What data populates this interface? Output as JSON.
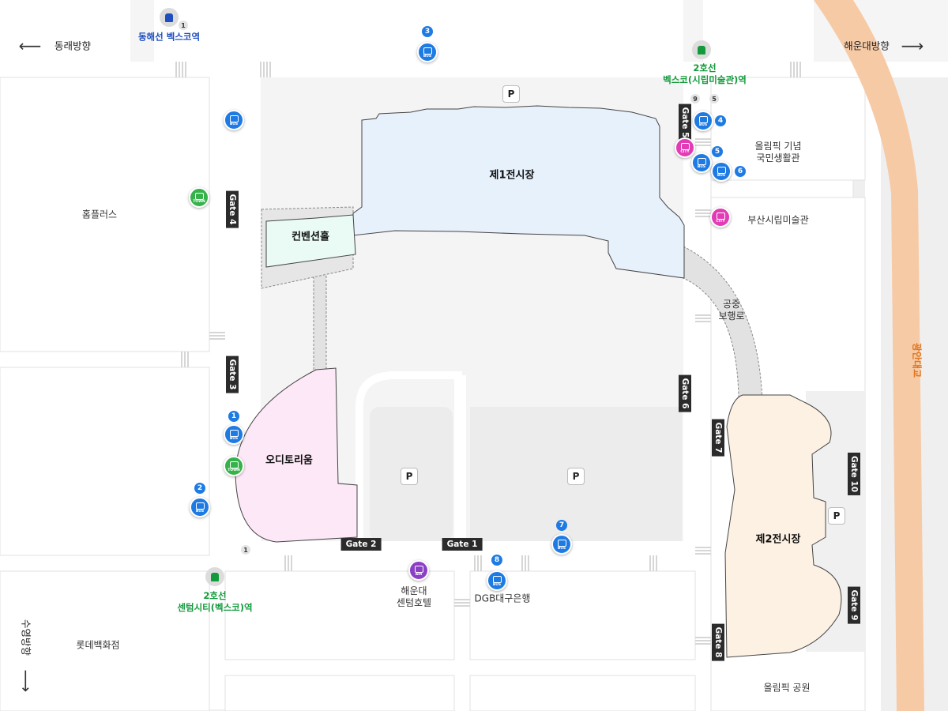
{
  "colors": {
    "bus": "#1e7be3",
    "town_bus": "#36b24a",
    "city_tour": "#e23bb5",
    "airport_bus": "#8a3fc5",
    "line2_green": "#139a3c",
    "donghae_blue": "#1f4fbf",
    "bridge_orange": "#f7caa6",
    "hall1": "#e7f1fc",
    "hall2": "#fcf1e3",
    "convention": "#e9fbf4",
    "auditorium": "#fde8f7",
    "grey_area": "#f4f4f4"
  },
  "labels": {
    "hall1": "제1전시장",
    "hall2": "제2전시장",
    "convention": "컨벤션홀",
    "auditorium": "오디토리움",
    "walkway": "공중\n보행로",
    "homeplus": "홈플러스",
    "lotte": "롯데백화점",
    "olympic_center": "올림픽 기념\n국민생활관",
    "art_museum": "부산시립미술관",
    "haeundae_hotel": "해운대\n센텀호텔",
    "dgb": "DGB대구은행",
    "olympic_park": "올림픽 공원",
    "bridge": "광안대교",
    "dir_left": "동래방향",
    "dir_right": "해운대방향",
    "dir_down": "수영방향",
    "station_donghae": "동해선 벡스코역",
    "station_line2_top": "2호선\n벡스코(시립미술관)역",
    "station_line2_bottom": "2호선\n센텀시티(벡스코)역"
  },
  "gates": {
    "g1": "Gate 1",
    "g2": "Gate 2",
    "g3": "Gate 3",
    "g4": "Gate 4",
    "g5": "Gate 5",
    "g6": "Gate 6",
    "g7": "Gate 7",
    "g8": "Gate 8",
    "g9": "Gate 9",
    "g10": "Gate 10"
  },
  "parking": "P",
  "icon_text": {
    "bus": "BUS",
    "town": "TOWN",
    "city": "CITY",
    "air": "AIR"
  },
  "numbers": {
    "n1": "1",
    "n2": "2",
    "n3": "3",
    "n4": "4",
    "n5": "5",
    "n6": "6",
    "n7": "7",
    "n8": "8",
    "n9": "9"
  }
}
